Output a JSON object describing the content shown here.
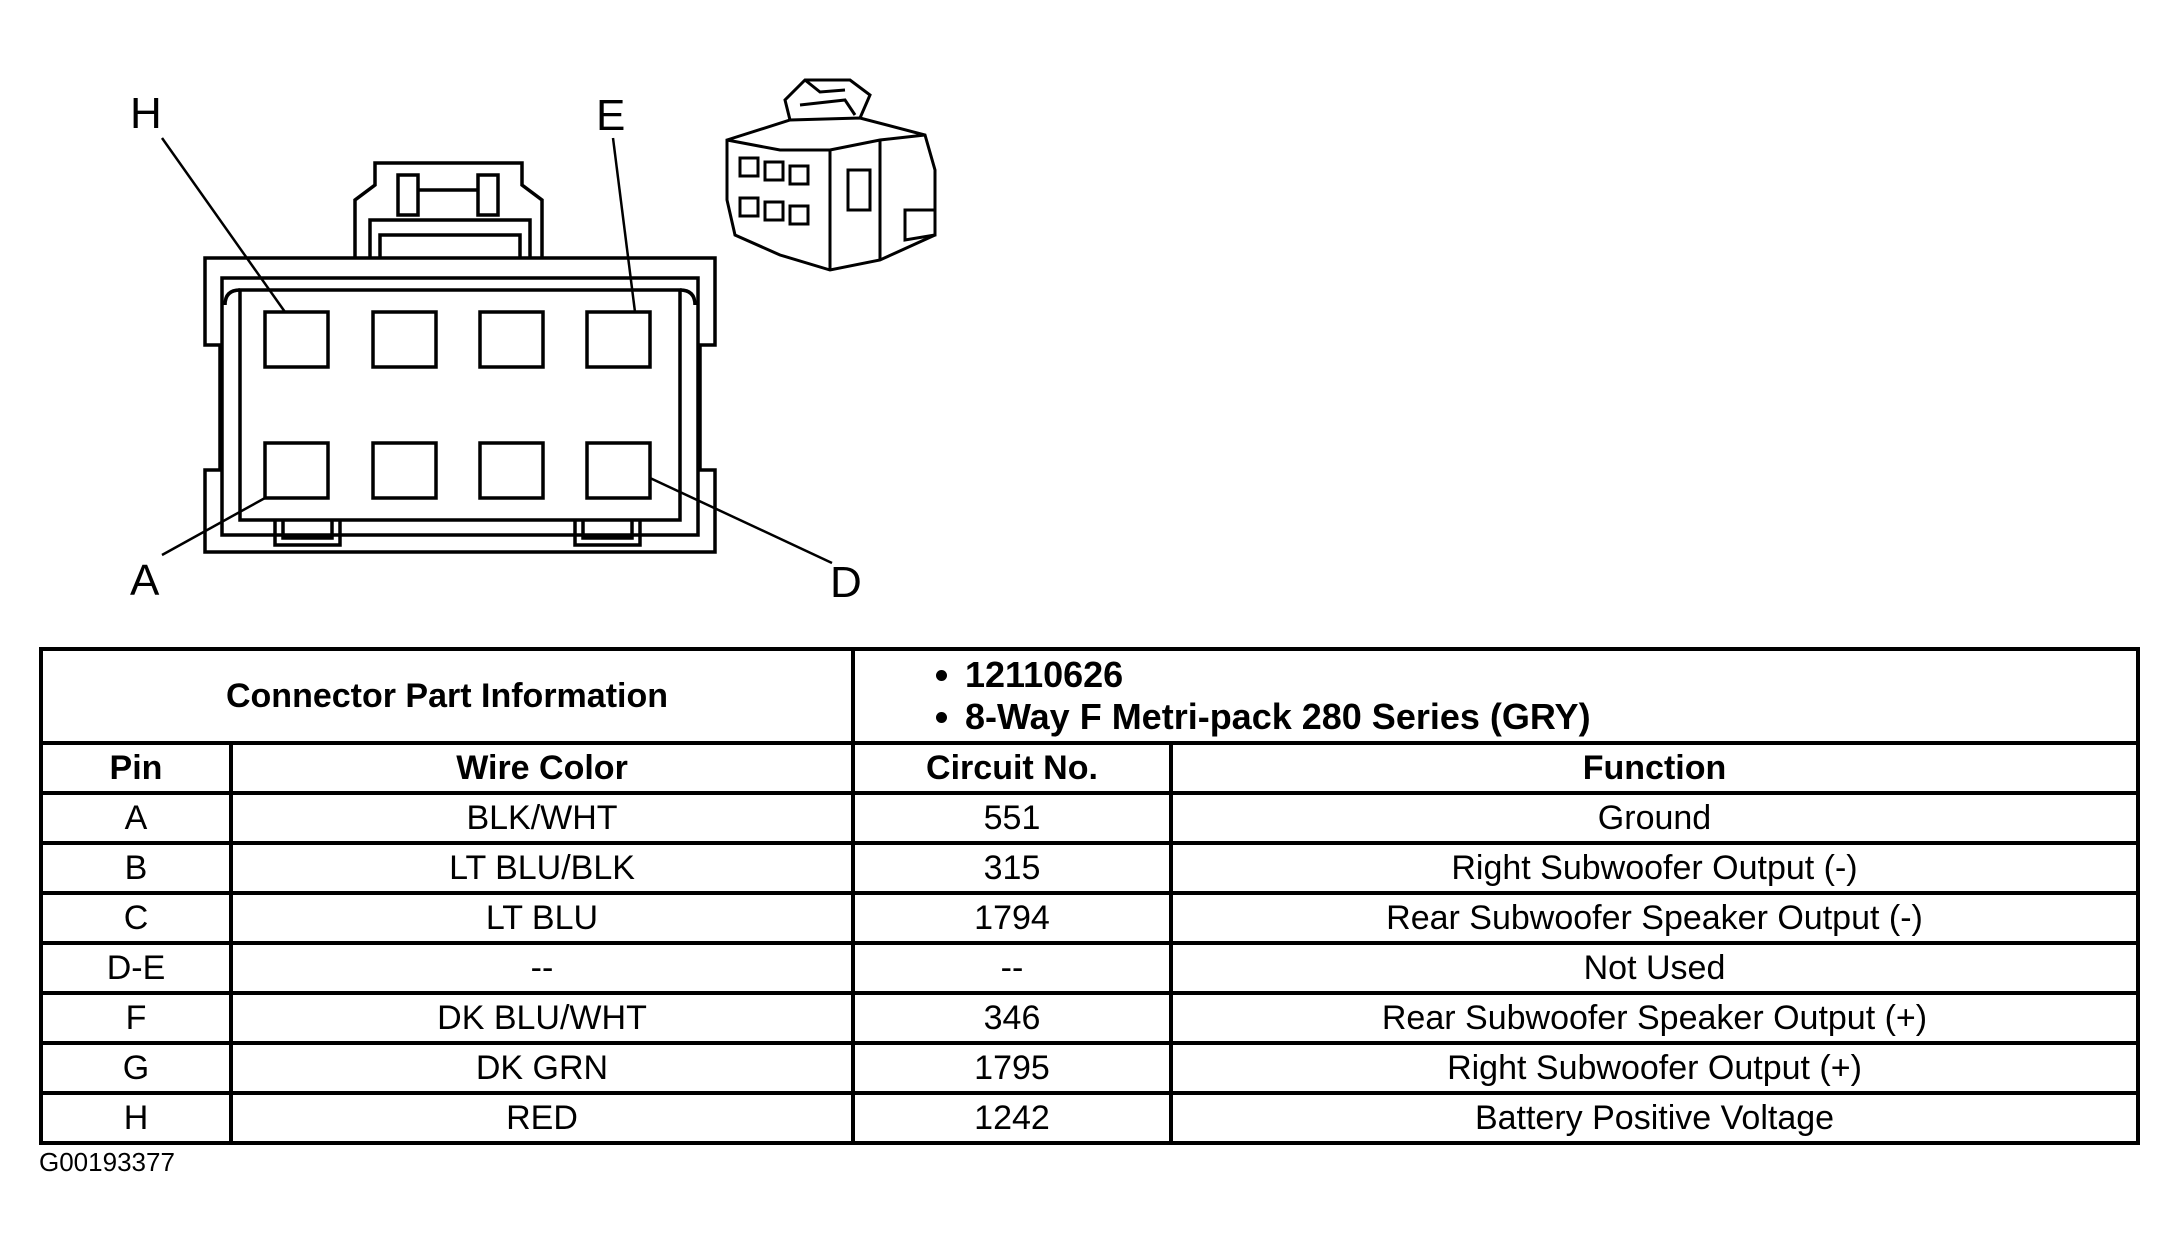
{
  "diagram": {
    "pin_labels": {
      "top_left": "H",
      "top_right": "E",
      "bottom_left": "A",
      "bottom_right": "D"
    }
  },
  "connector_info": {
    "title": "Connector Part Information",
    "items": [
      "12110626",
      "8-Way F Metri-pack 280 Series (GRY)"
    ]
  },
  "columns": [
    "Pin",
    "Wire Color",
    "Circuit No.",
    "Function"
  ],
  "rows": [
    [
      "A",
      "BLK/WHT",
      "551",
      "Ground"
    ],
    [
      "B",
      "LT BLU/BLK",
      "315",
      "Right Subwoofer Output (-)"
    ],
    [
      "C",
      "LT BLU",
      "1794",
      "Rear Subwoofer Speaker Output (-)"
    ],
    [
      "D-E",
      "--",
      "--",
      "Not Used"
    ],
    [
      "F",
      "DK BLU/WHT",
      "346",
      "Rear Subwoofer Speaker Output (+)"
    ],
    [
      "G",
      "DK GRN",
      "1795",
      "Right Subwoofer Output (+)"
    ],
    [
      "H",
      "RED",
      "1242",
      "Battery Positive Voltage"
    ]
  ],
  "footer_code": "G00193377"
}
